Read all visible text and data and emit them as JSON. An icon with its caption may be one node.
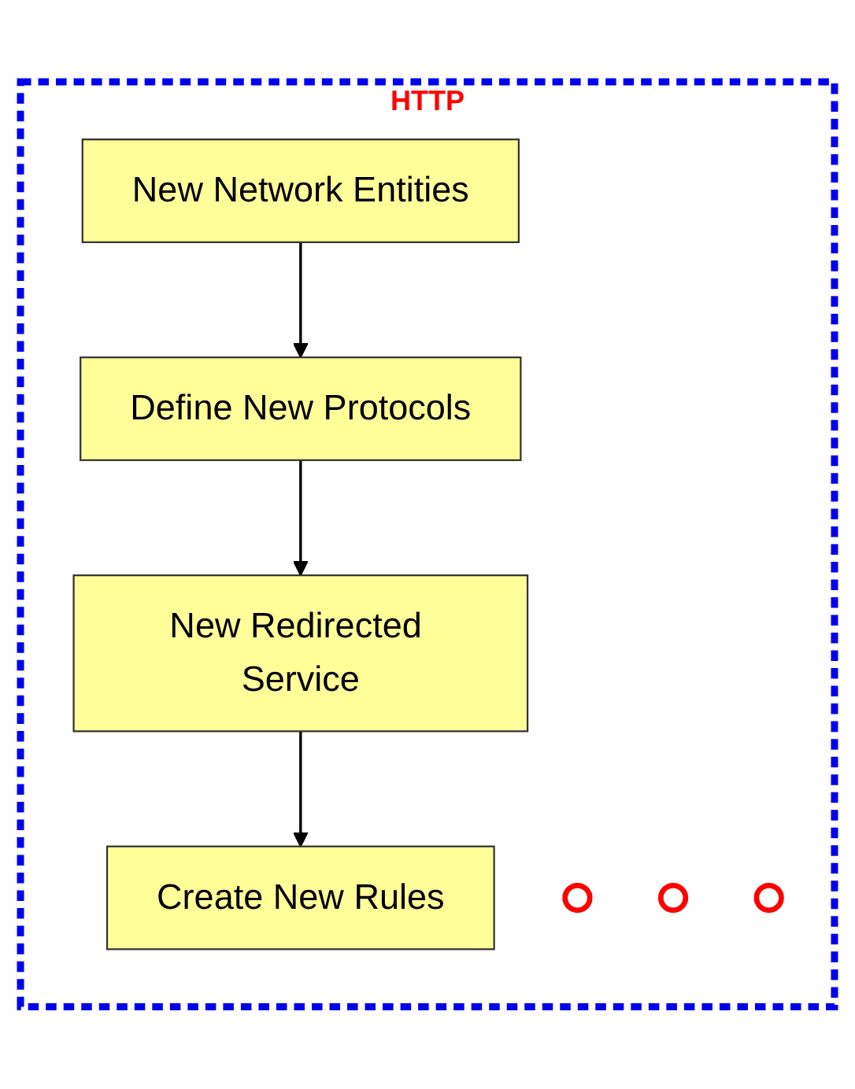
{
  "diagram": {
    "nodes": [
      {
        "text": [
          "HTTP"
        ]
      },
      {
        "text": [
          "New Network Entities"
        ],
        "in": 0
      },
      {
        "text": [
          "Define New Protocols"
        ],
        "in": 0
      },
      {
        "text": [
          "New Redirected Service"
        ],
        "in": 0
      },
      {
        "text": [
          "Create New Rules"
        ],
        "in": 0
      },
      {
        "text": [],
        "shape": "circle",
        "in": 0
      },
      {
        "text": [],
        "shape": "circle",
        "in": 0
      },
      {
        "text": [],
        "shape": "circle",
        "in": 0
      }
    ],
    "edges": [
      {
        "from": 1,
        "to": 2,
        "arrow": "to"
      },
      {
        "from": 2,
        "to": 3,
        "arrow": "to"
      },
      {
        "from": 3,
        "to": 4,
        "arrow": "to"
      }
    ]
  }
}
